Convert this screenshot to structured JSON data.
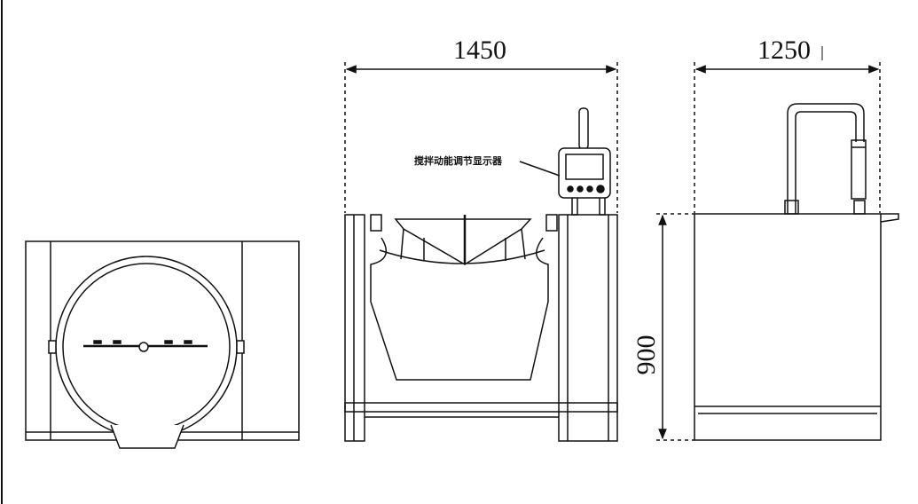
{
  "dimensions": {
    "front_width": "1450",
    "side_depth": "1250",
    "side_height": "900"
  },
  "labels": {
    "control_display": "搅拌动能调节显示器"
  },
  "colors": {
    "line": "#111111",
    "background": "#ffffff"
  }
}
